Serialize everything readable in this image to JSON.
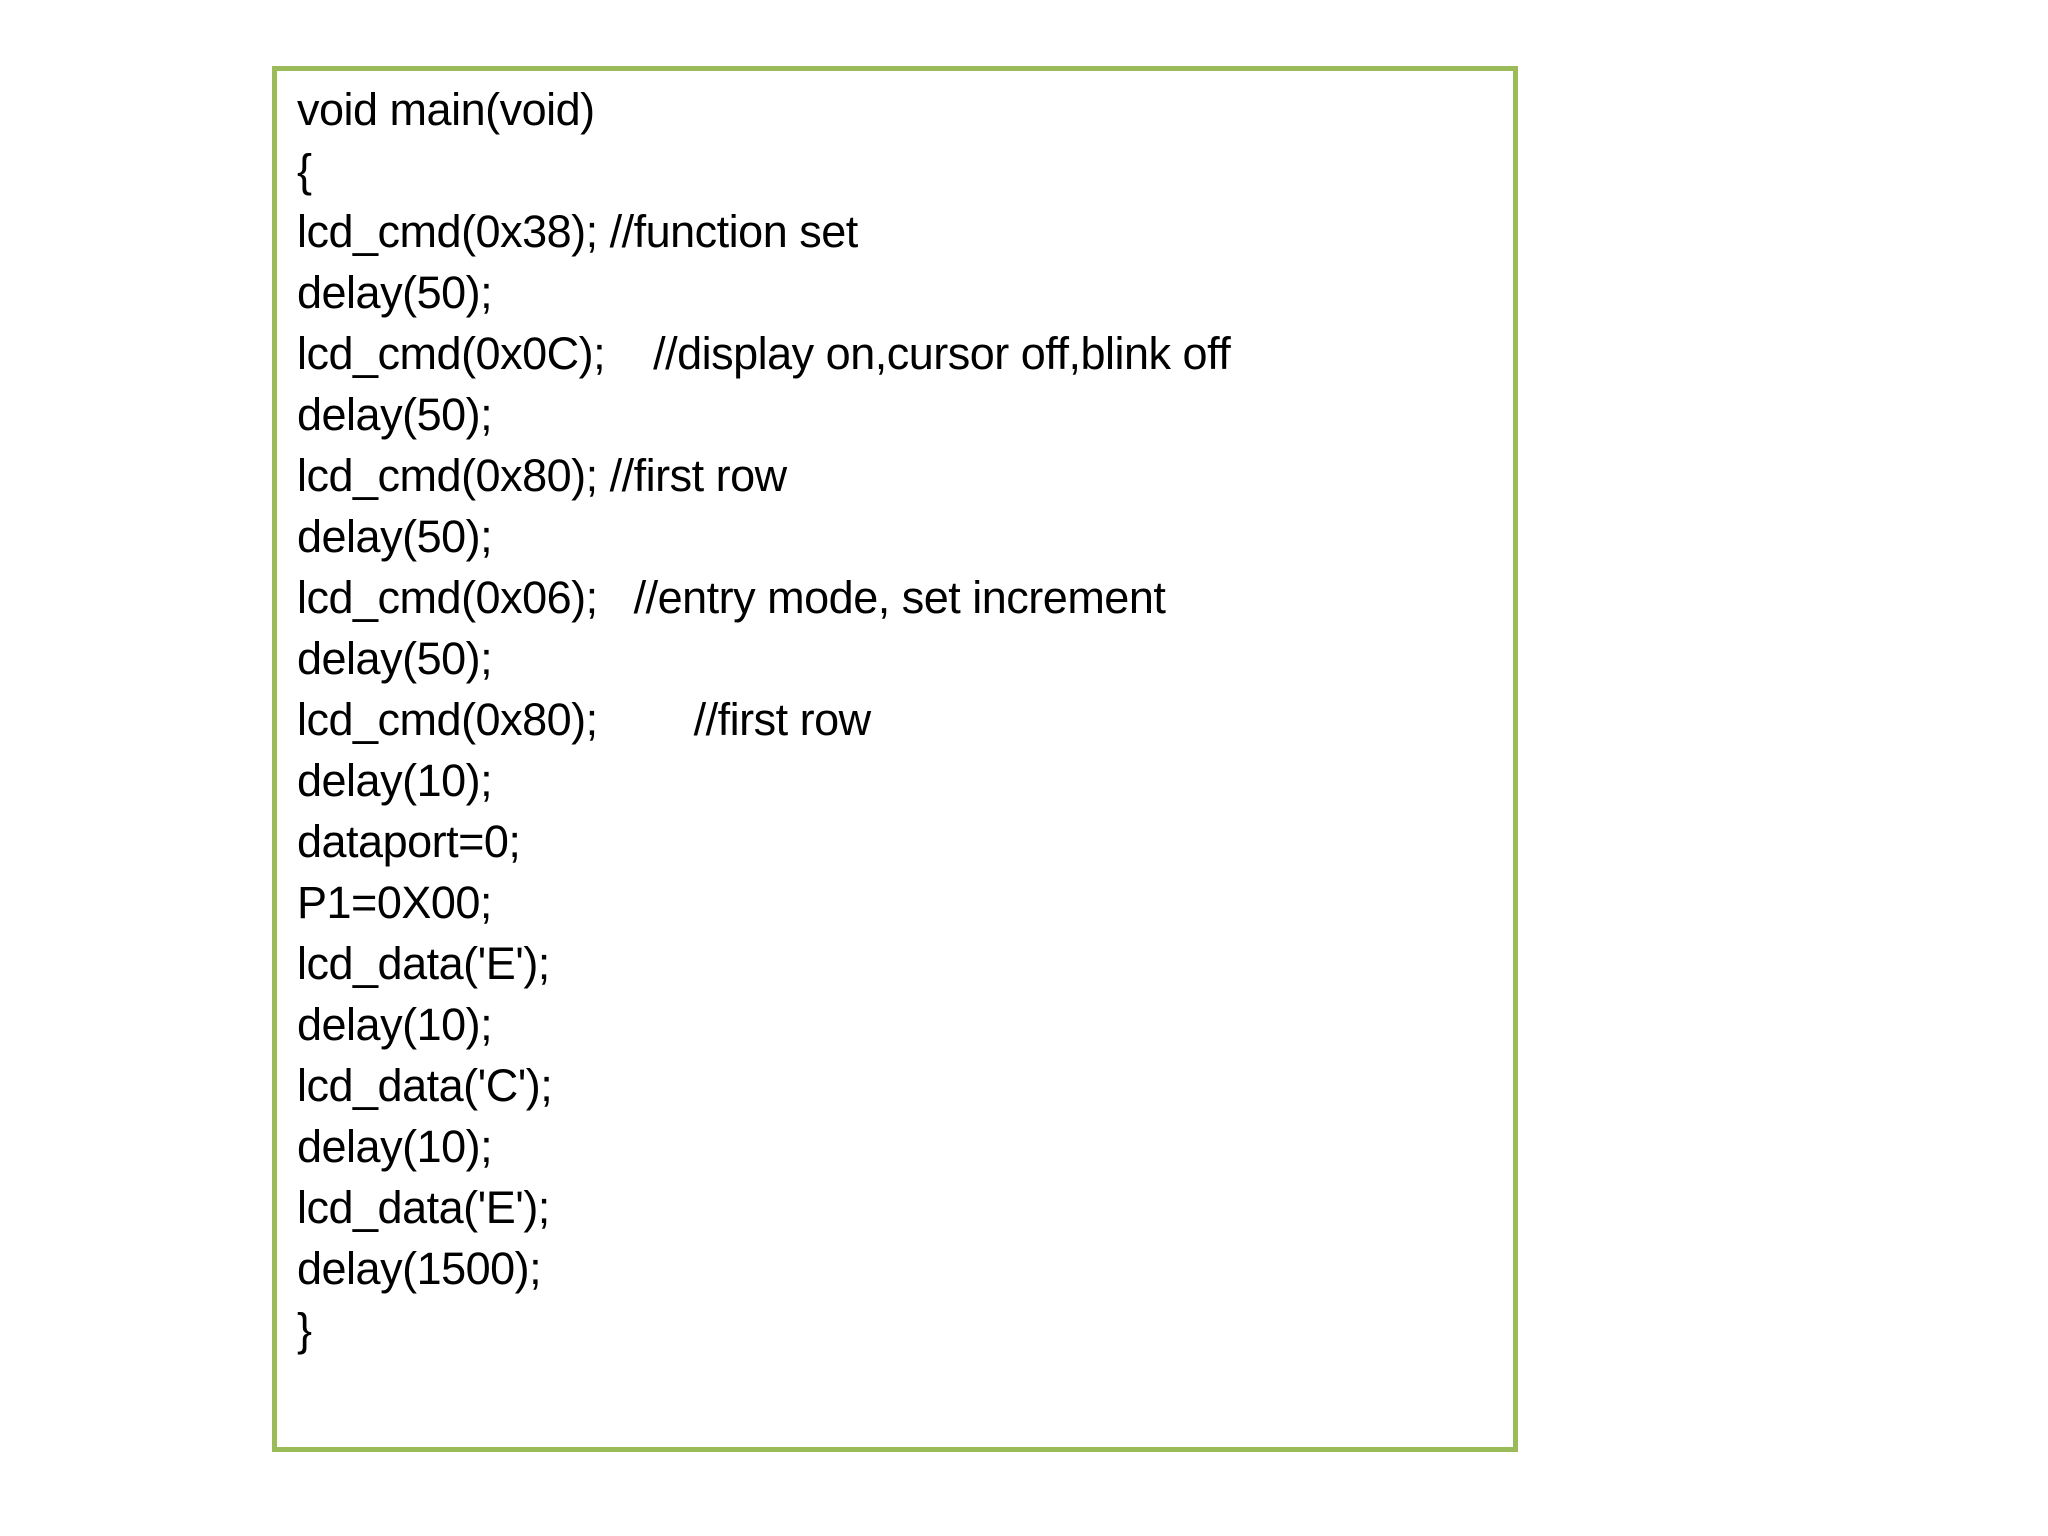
{
  "slide": {
    "background_color": "#ffffff",
    "code_box": {
      "border_color": "#9bbb59",
      "text_color": "#000000",
      "background_color": "#ffffff",
      "lines": [
        "void main(void)",
        "{",
        "lcd_cmd(0x38); //function set",
        "delay(50);",
        "lcd_cmd(0x0C);    //display on,cursor off,blink off",
        "delay(50);",
        "lcd_cmd(0x80); //first row",
        "delay(50);",
        "lcd_cmd(0x06);   //entry mode, set increment",
        "delay(50);",
        "lcd_cmd(0x80);        //first row",
        "delay(10);",
        "dataport=0;",
        "P1=0X00;",
        "lcd_data('E');",
        "delay(10);",
        "lcd_data('C');",
        "delay(10);",
        "lcd_data('E');",
        "delay(1500);",
        "}"
      ]
    }
  }
}
